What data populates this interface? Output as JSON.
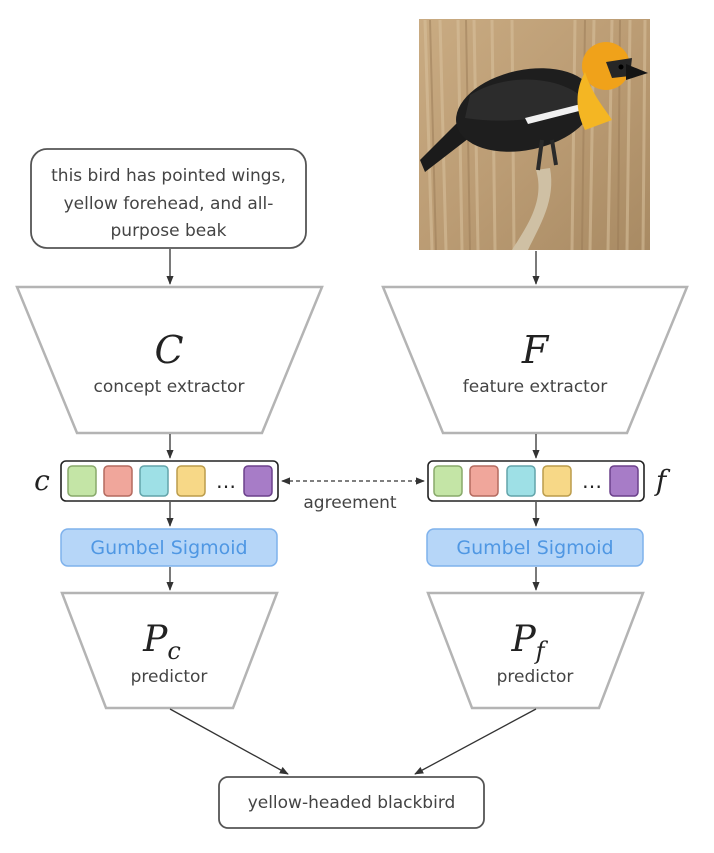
{
  "input_text": {
    "line1": "this bird has pointed wings,",
    "line2": "yellow forehead, and all-",
    "line3": "purpose beak"
  },
  "concept_extractor": {
    "symbol": "C",
    "label": "concept extractor"
  },
  "feature_extractor": {
    "symbol": "F",
    "label": "feature extractor"
  },
  "concept_vector": {
    "symbol": "c",
    "ellipsis": "…",
    "colors": [
      "#c4e5a6",
      "#f0a69b",
      "#9ee0e6",
      "#f7d887",
      "#a77cc7"
    ]
  },
  "feature_vector": {
    "symbol": "f",
    "ellipsis": "…",
    "colors": [
      "#c4e5a6",
      "#f0a69b",
      "#9ee0e6",
      "#f7d887",
      "#a77cc7"
    ]
  },
  "agreement_label": "agreement",
  "gumbel_left": "Gumbel Sigmoid",
  "gumbel_right": "Gumbel Sigmoid",
  "predictor_left": {
    "symbol": "P",
    "subscript": "c",
    "label": "predictor"
  },
  "predictor_right": {
    "symbol": "P",
    "subscript": "f",
    "label": "predictor"
  },
  "output_label": "yellow-headed blackbird",
  "colors": {
    "gumbel_fill": "#b6d6f8",
    "gumbel_text": "#4f97e3",
    "trapezoid_stroke": "#b4b4b4"
  }
}
